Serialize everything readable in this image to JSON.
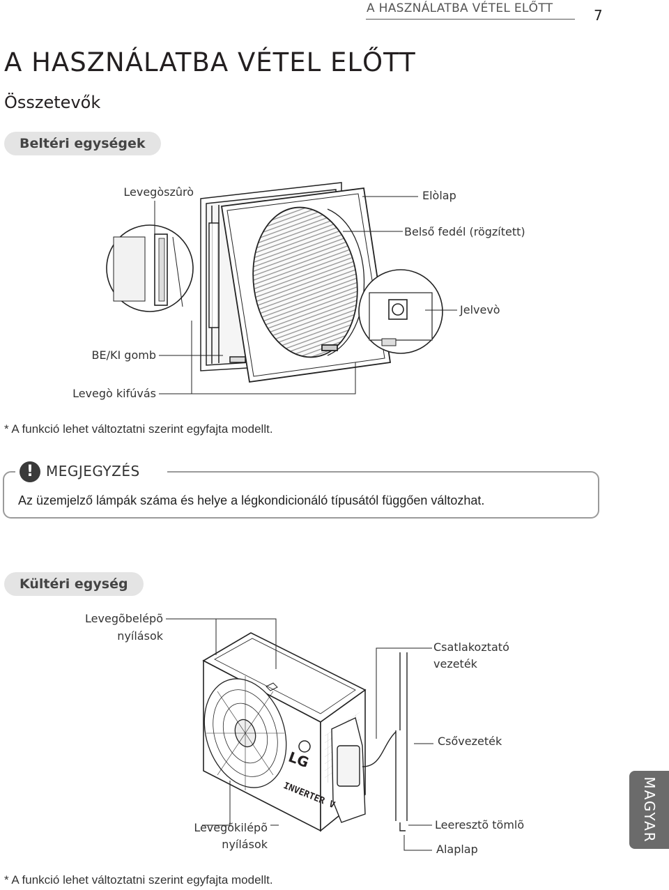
{
  "header": {
    "running_title": "A HASZNÁLATBA VÉTEL ELŐTT",
    "page_number": "7"
  },
  "title": "A HASZNÁLATBA VÉTEL ELŐTT",
  "subtitle": "Összetevők",
  "indoor": {
    "section_label": "Beltéri egységek",
    "labels": {
      "air_filter": "Levegòszûrò",
      "front_panel": "Elòlap",
      "inner_cover": "Belső fedél (rögzített)",
      "receiver": "Jelvevò",
      "onoff_button": "BE/KI gomb",
      "air_outlet": "Levegò kifúvás"
    },
    "footnote": "* A funkció lehet változtatni szerint egyfajta modellt."
  },
  "note": {
    "title": "MEGJEGYZÉS",
    "text": "Az üzemjelző lámpák száma és helye a légkondicionáló típusától függően változhat."
  },
  "outdoor": {
    "section_label": "Kültéri egység",
    "labels": {
      "air_inlet_1": "Levegõbelépõ",
      "air_inlet_2": "nyílások",
      "connecting_cable_1": "Csatlakoztató",
      "connecting_cable_2": "vezeték",
      "piping": "Csővezeték",
      "air_outlet_1": "Levegõkilépõ",
      "air_outlet_2": "nyílások",
      "drain_hose": "Leeresztõ tömlõ",
      "base_plate": "Alaplap"
    },
    "unit_logo": "LG",
    "unit_model": "INVERTER V",
    "footnote": "* A funkció lehet változtatni szerint egyfajta modellt."
  },
  "side_tab": "MAGYAR"
}
